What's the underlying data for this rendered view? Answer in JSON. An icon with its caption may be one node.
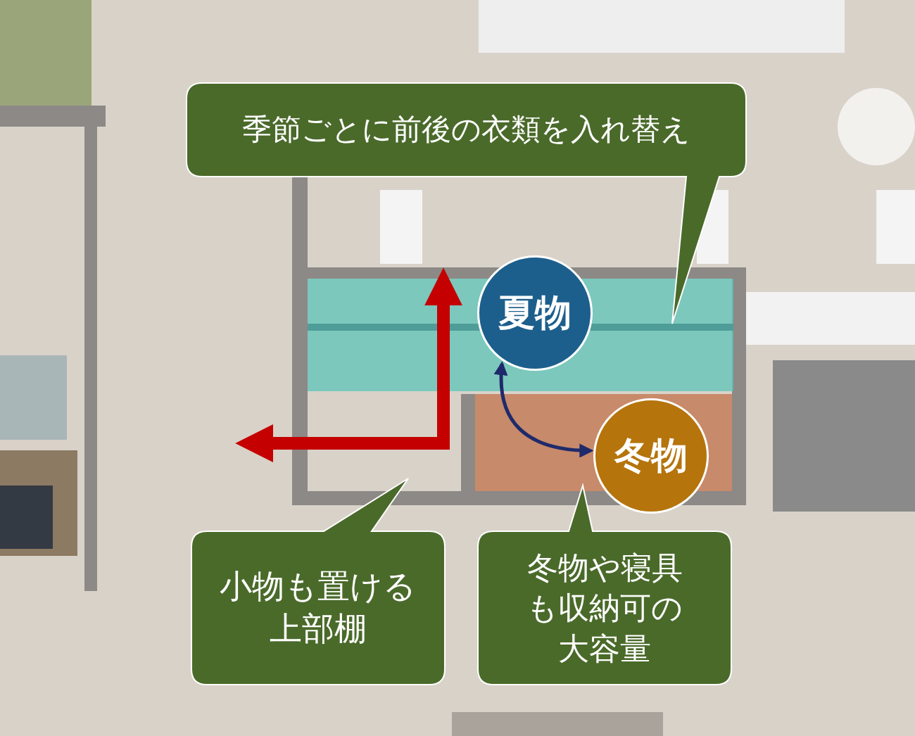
{
  "diagram": {
    "nodes": [
      {
        "text": [
          "季節ごとに前後の衣類を入れ替え"
        ]
      },
      {
        "text": [
          "夏物"
        ]
      },
      {
        "text": [
          "冬物"
        ]
      },
      {
        "text": [
          "小物も置ける上部棚"
        ]
      },
      {
        "text": [
          "冬物や寝具も収納可の大容量"
        ]
      }
    ],
    "edges": [
      {
        "from": 1,
        "to": 2,
        "arrow": "both"
      }
    ]
  }
}
